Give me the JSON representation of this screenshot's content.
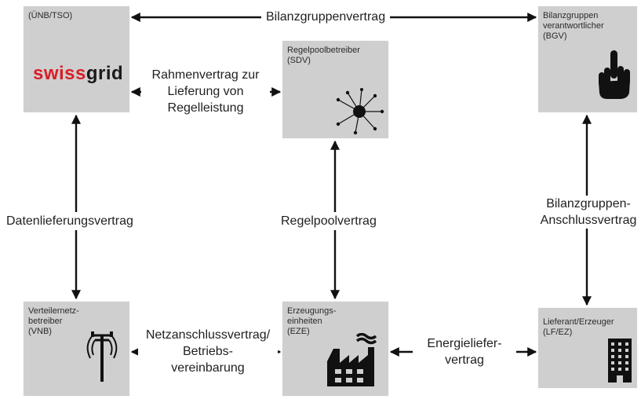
{
  "nodes": {
    "tso": {
      "label": "(ÜNB/TSO)",
      "logo_part1": "swiss",
      "logo_part2": "grid"
    },
    "sdv": {
      "label": "Regelpoolbetreiber\n(SDV)"
    },
    "bgv": {
      "label": "Bilanzgruppen\nverantwortlicher\n(BGV)"
    },
    "vnb": {
      "label": "Verteilernetz-\nbetreiber\n(VNB)"
    },
    "eze": {
      "label": "Erzeugungs-\neinheiten\n(EZE)"
    },
    "lf": {
      "label": "Lieferant/Erzeuger\n(LF/EZ)"
    }
  },
  "connections": {
    "bilanzgruppenvertrag": "Bilanzgruppenvertrag",
    "rahmenvertrag": "Rahmenvertrag zur\nLieferung von\nRegelleistung",
    "datenlieferungsvertrag": "Datenlieferungsvertrag",
    "regelpoolvertrag": "Regelpoolvertrag",
    "anschlussvertrag": "Bilanzgruppen-\nAnschlussvertrag",
    "netzanschlussvertrag": "Netzanschlussvertrag/\nBetriebs-\nvereinbarung",
    "energieliefervertrag": "Energieliefer-\nvertrag"
  },
  "colors": {
    "box": "#cfcfcf",
    "logo_red": "#d71e28",
    "logo_dark": "#1a1a1a",
    "arrow": "#111111"
  },
  "icons": {
    "tso": "swissgrid-logo",
    "sdv": "hub-network-icon",
    "bgv": "pointing-hand-icon",
    "vnb": "power-pole-icon",
    "eze": "factory-icon",
    "lf": "building-icon"
  }
}
